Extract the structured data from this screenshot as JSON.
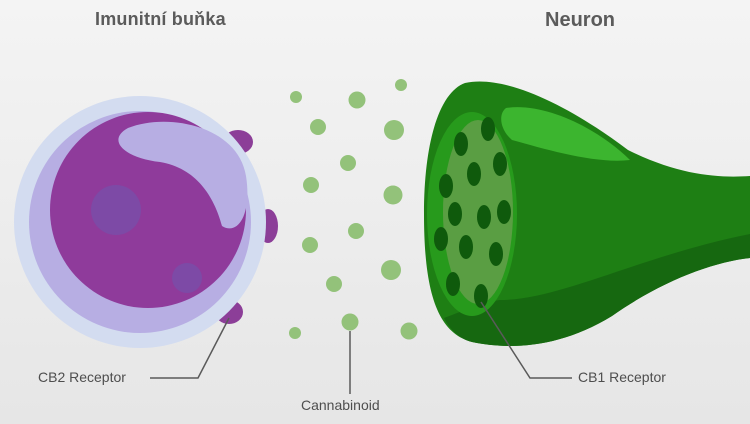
{
  "titles": {
    "immune_cell": "Imunitní buňka",
    "neuron": "Neuron"
  },
  "labels": {
    "cb2_receptor": "CB2 Receptor",
    "cannabinoid": "Cannabinoid",
    "cb1_receptor": "CB1 Receptor"
  },
  "colors": {
    "immune_membrane": "#d3dcf0",
    "immune_cytoplasm": "#b7aee3",
    "nucleus": "#8f3b9b",
    "cb2_receptor": "#8c3e98",
    "neuron_dark": "#1e7f14",
    "neuron_mid": "#279a1c",
    "neuron_light": "#3cb52f",
    "cb1_receptor": "#0f5a0c",
    "cannabinoid": "#93c27a",
    "leader_line": "#5a5a5a"
  }
}
